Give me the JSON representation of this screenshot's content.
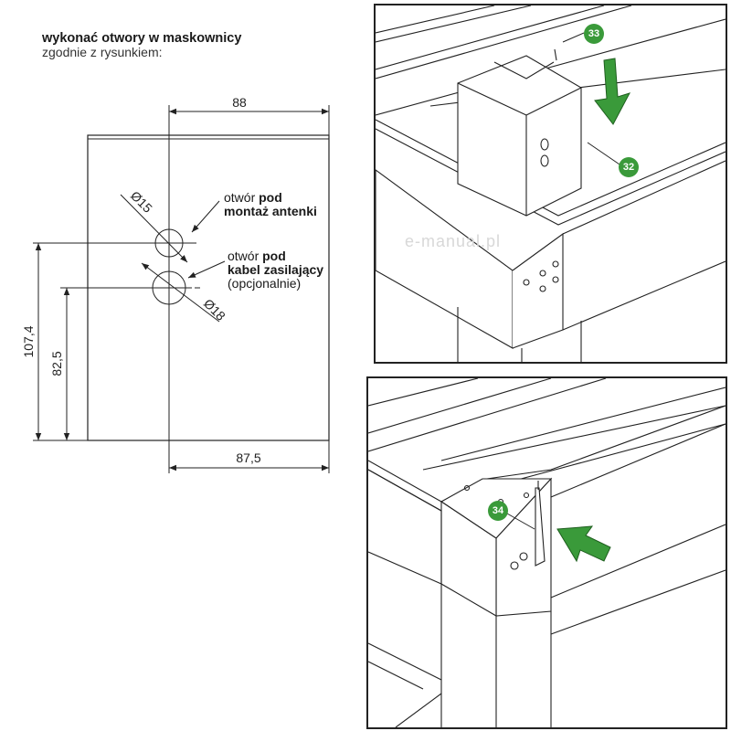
{
  "instructions": {
    "line1": "wykonać otwory w maskownicy",
    "line2": "zgodnie z rysunkiem:"
  },
  "dimensions": {
    "top_width": "88",
    "bottom_width": "87,5",
    "height_outer": "107,4",
    "height_inner": "82,5",
    "hole_small": "Ø15",
    "hole_large": "Ø18"
  },
  "notes": {
    "antenna_prefix": "otwór ",
    "antenna_bold1": "pod",
    "antenna_bold2": "montaż antenki",
    "cable_prefix": "otwór ",
    "cable_bold1": "pod",
    "cable_bold2": "kabel zasilający",
    "cable_suffix": "(opcjonalnie)"
  },
  "callouts": {
    "step32": "32",
    "step33": "33",
    "step34": "34"
  },
  "watermark": "e-manual.pl",
  "colors": {
    "accent_green": "#3a9a3a",
    "line": "#222222"
  }
}
